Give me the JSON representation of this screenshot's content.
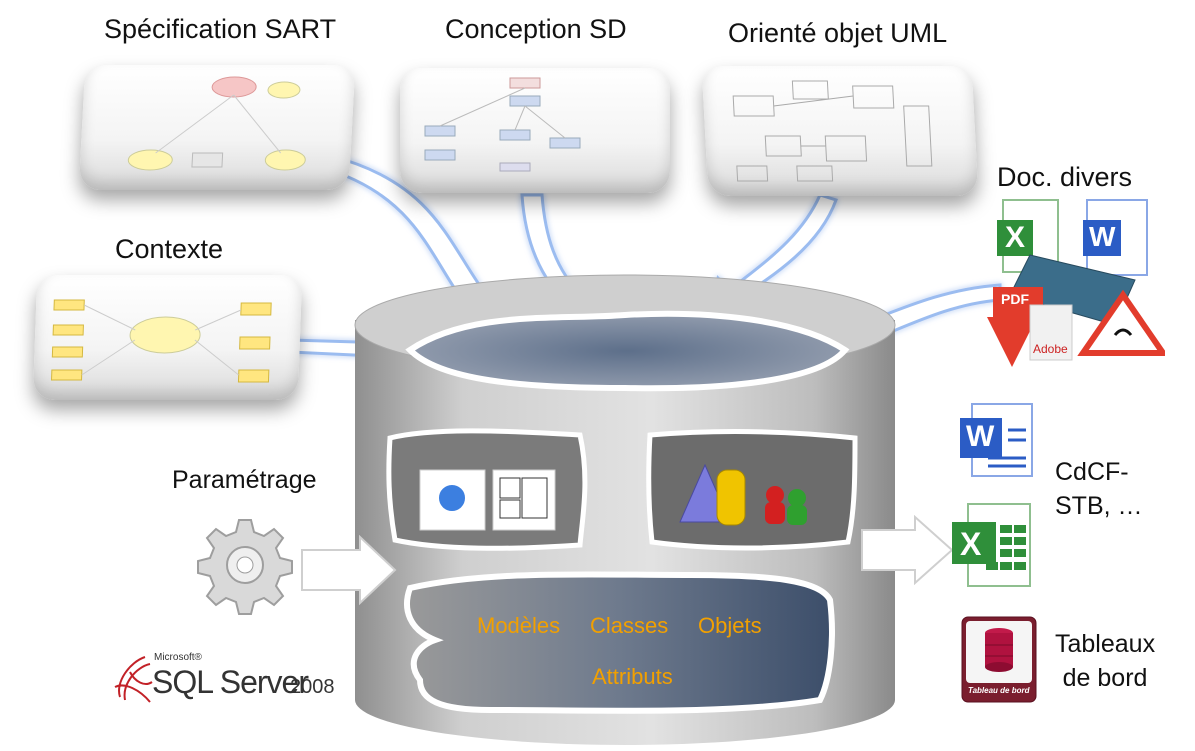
{
  "sources": {
    "sart": "Spécification SART",
    "sd": "Conception SD",
    "uml": "Orienté objet UML",
    "docs": "Doc. divers",
    "contexte": "Contexte"
  },
  "params": {
    "label": "Paramétrage"
  },
  "database": {
    "words": [
      "Modèles",
      "Classes",
      "Objets",
      "Attributs"
    ]
  },
  "outputs": {
    "cdcf_line1": "CdCF-",
    "cdcf_line2": "STB, …",
    "tableaux_line1": "Tableaux",
    "tableaux_line2": "de bord",
    "tableau_icon_caption": "Tableau de bord"
  },
  "icons": {
    "pdf_label": "PDF",
    "adobe_label": "Adobe",
    "excel_letter": "X",
    "word_letter": "W"
  },
  "logo": {
    "brand": "Microsoft®",
    "product": "SQL Server",
    "version": "2008"
  },
  "colors": {
    "arrow_glow": "#9bbcf0",
    "highlight_words": "#f2a000",
    "cylinder": "#b8b8b8"
  }
}
